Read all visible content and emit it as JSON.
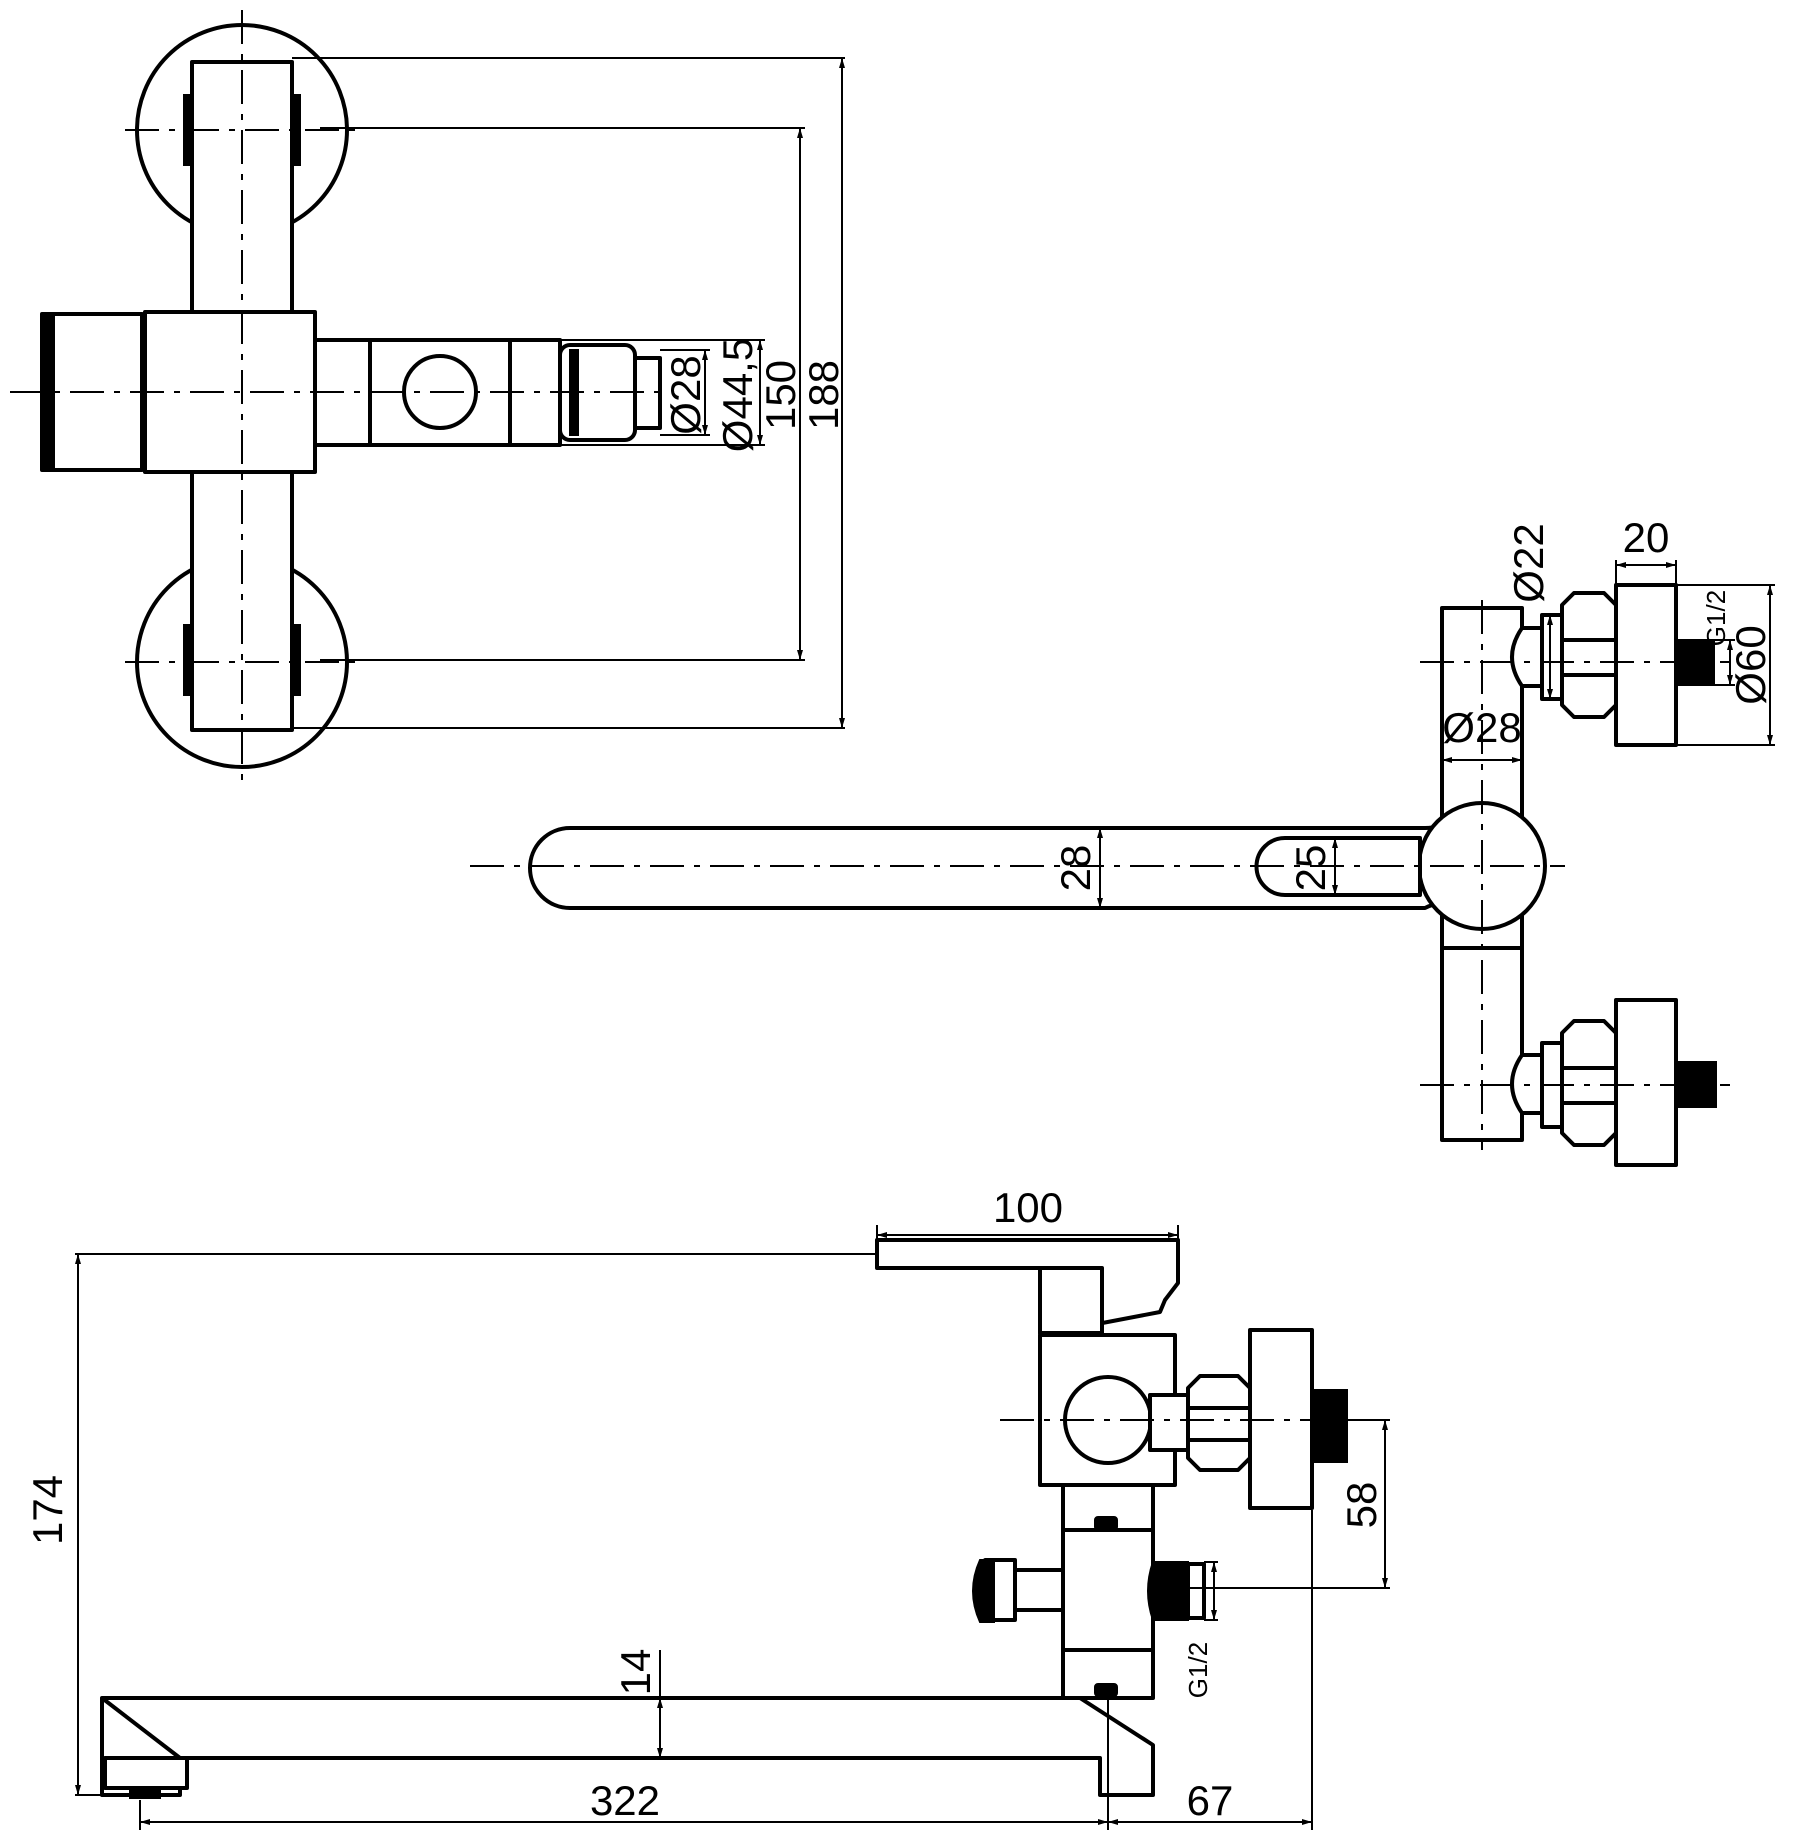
{
  "top_view": {
    "d_28": "Ø28",
    "d_44_5": "Ø44,5",
    "w_150": "150",
    "w_188": "188"
  },
  "right_view": {
    "w_20": "20",
    "d_22": "Ø22",
    "thread": "G1/2",
    "d_60": "Ø60",
    "d_28": "Ø28",
    "h_28": "28",
    "h_25": "25"
  },
  "front_view": {
    "w_100": "100",
    "h_174": "174",
    "h_58": "58",
    "thread": "G1/2",
    "h_14": "14",
    "w_322": "322",
    "w_67": "67"
  }
}
